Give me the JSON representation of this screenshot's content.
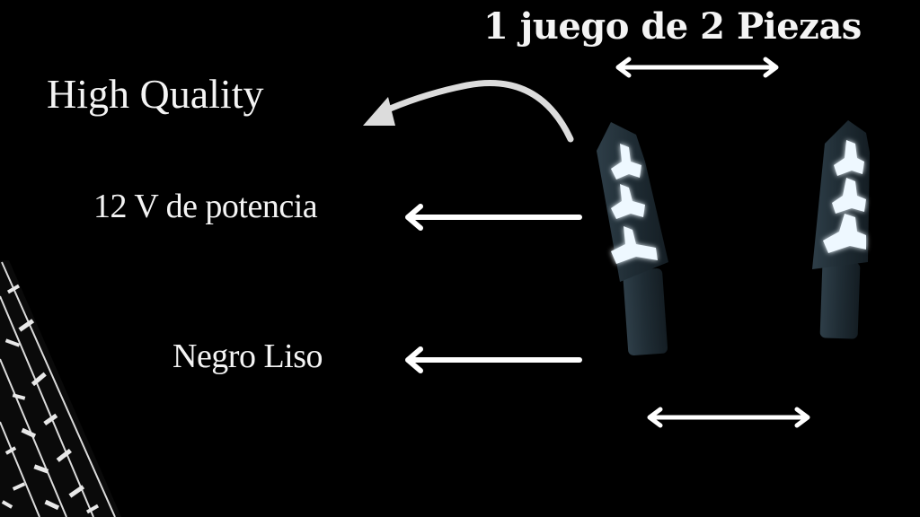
{
  "heading": {
    "pieces_label": "1 juego de 2 Piezas"
  },
  "features": [
    {
      "label": "High  Quality",
      "pointer": "curved-arrow"
    },
    {
      "label": "12 V de potencia",
      "pointer": "straight-arrow"
    },
    {
      "label": "Negro Liso",
      "pointer": "straight-arrow"
    }
  ],
  "product": {
    "name": "LED turn signal lights",
    "count": 2,
    "led_color": "#e8f6ff",
    "body_color": "#1e2b33"
  },
  "colors": {
    "background": "#000000",
    "text": "#f4f4f4",
    "arrow": "#ffffff"
  }
}
